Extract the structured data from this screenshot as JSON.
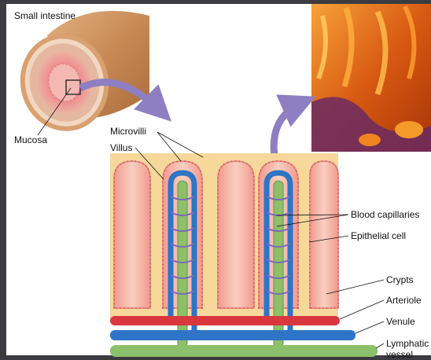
{
  "labels": {
    "small_intestine": "Small intestine",
    "mucosa": "Mucosa",
    "microvilli": "Microvilli",
    "villus": "Villus",
    "blood_capillaries": "Blood capillaries",
    "epithelial_cell": "Epithelial cell",
    "crypts": "Crypts",
    "arteriole": "Arteriole",
    "venule": "Venule",
    "lymphatic_vessel_line1": "Lymphatic",
    "lymphatic_vessel_line2": "vessel"
  },
  "colors": {
    "frame": "#3c3c40",
    "intestine_outer": "#c9925e",
    "intestine_inner": "#e9b0a0",
    "mucosa_pink": "#f4a7a0",
    "villus_fill": "#f6b8a6",
    "villus_core": "#f9d3c0",
    "submucosa": "#f6d89b",
    "arteriole": "#d9363e",
    "venule": "#2e74c7",
    "lymphatic": "#8cc06a",
    "arrow": "#8e7ec2",
    "micrograph": "#e8701a"
  }
}
